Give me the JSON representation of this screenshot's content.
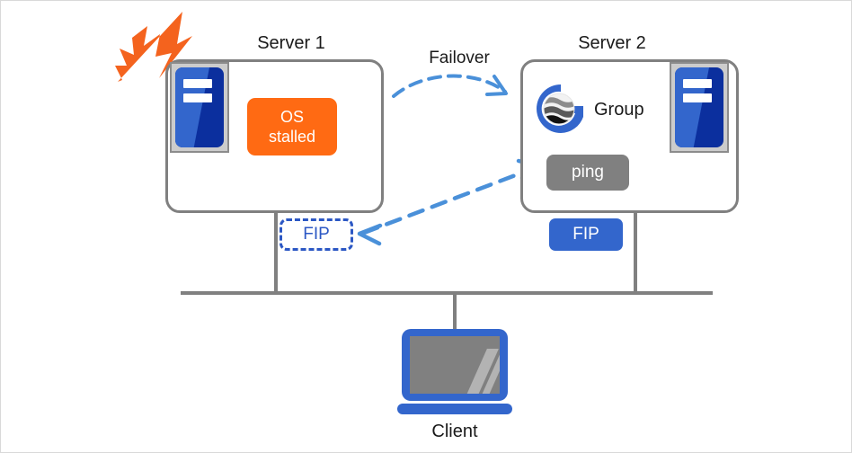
{
  "diagram": {
    "title_left": "Server 1",
    "title_right": "Server 2",
    "failover_label": "Failover",
    "client_label": "Client",
    "group_label": "Group",
    "ping_label": "ping",
    "fip_left_label": "FIP",
    "fip_right_label": "FIP",
    "os_stalled_line1": "OS",
    "os_stalled_line2": "stalled"
  },
  "colors": {
    "accent_blue": "#3366cc",
    "dark_blue": "#0b2f9e",
    "dashed_blue": "#4a90d9",
    "fip_outline_blue": "#2b57c4",
    "orange": "#ff6a13",
    "gray": "#808080",
    "light_gray": "#cccccc",
    "canvas_border": "#d9d9d9",
    "text": "#1a1a1a"
  },
  "icons": {
    "server_left": "server-rack-icon",
    "server_right": "server-rack-icon",
    "group": "group-globe-logo-icon",
    "fault": "lightning-burst-icon",
    "client": "monitor-icon"
  }
}
